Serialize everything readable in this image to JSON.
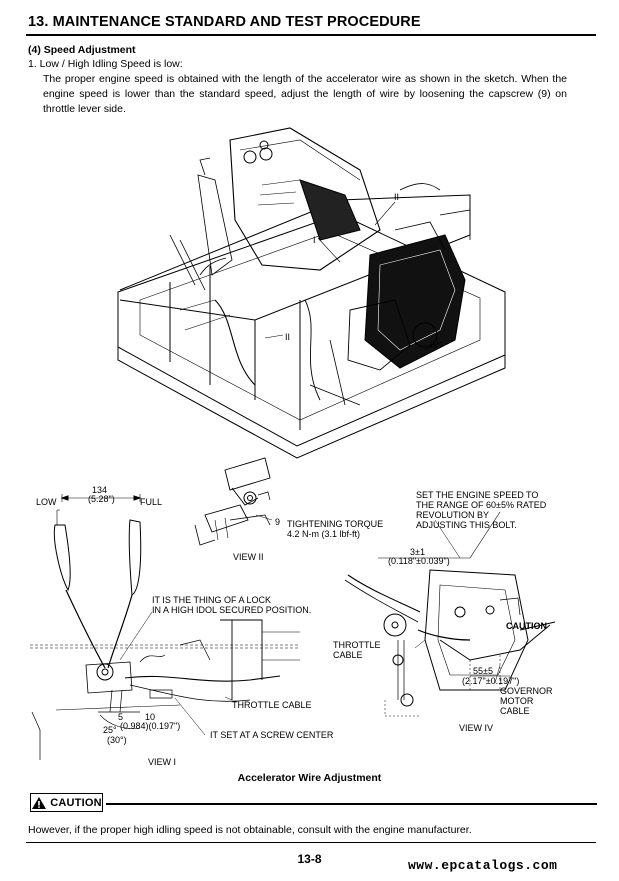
{
  "header": {
    "title": "13.  MAINTENANCE STANDARD AND TEST PROCEDURE"
  },
  "section": {
    "heading": "(4)  Speed Adjustment",
    "item": "1.  Low / High Idling Speed is low:",
    "paragraph": "The proper engine speed is obtained with the length of the accelerator wire as shown in the sketch. When the engine speed is lower than the standard speed, adjust the length of wire by loosening the capscrew (9) on throttle lever side."
  },
  "figure": {
    "main_marks": {
      "m1": "I",
      "m2": "II",
      "m3": "II",
      "m4": "IV"
    },
    "view1": {
      "low": "LOW",
      "full": "FULL",
      "dim_top": "134",
      "dim_top_in": "(5.28\")",
      "lock_note_1": "IT IS THE THING OF A LOCK",
      "lock_note_2": "IN A HIGH IDOL SECURED POSITION.",
      "throttle_cable": "THROTTLE CABLE",
      "screw_center": "IT SET AT A SCREW CENTER",
      "angle_25": "25°",
      "angle_30": "(30°)",
      "dim_5": "5",
      "dim_10": "10",
      "dim_small": "(0.984)(0.197\")",
      "name": "VIEW I"
    },
    "view2": {
      "callout": "9",
      "torque_1": "TIGHTENING TORQUE",
      "torque_2": "4.2 N-m (3.1 lbf-ft)",
      "name": "VIEW II"
    },
    "view4": {
      "note_1": "SET THE ENGINE SPEED TO",
      "note_2": "THE RANGE OF 60±5% RATED",
      "note_3": "REVOLUTION BY",
      "note_4": "ADJUSTING THIS BOLT.",
      "dim_top": "3±1",
      "dim_top_in": "(0.118\"±0.039\")",
      "throttle_cable_1": "THROTTLE",
      "throttle_cable_2": "CABLE",
      "dim_55": "55±5",
      "dim_55_in": "(2.17\"±0.197\")",
      "caution_label": "CAUTION",
      "governor_1": "GOVERNOR",
      "governor_2": "MOTOR",
      "governor_3": "CABLE",
      "name": "VIEW IV"
    },
    "caption": "Accelerator Wire Adjustment"
  },
  "caution": {
    "label": "CAUTION",
    "text": "However, if the proper high idling speed is not obtainable, consult with the engine manufacturer."
  },
  "footer": {
    "page": "13-8",
    "watermark": "www.epcatalogs.com"
  }
}
